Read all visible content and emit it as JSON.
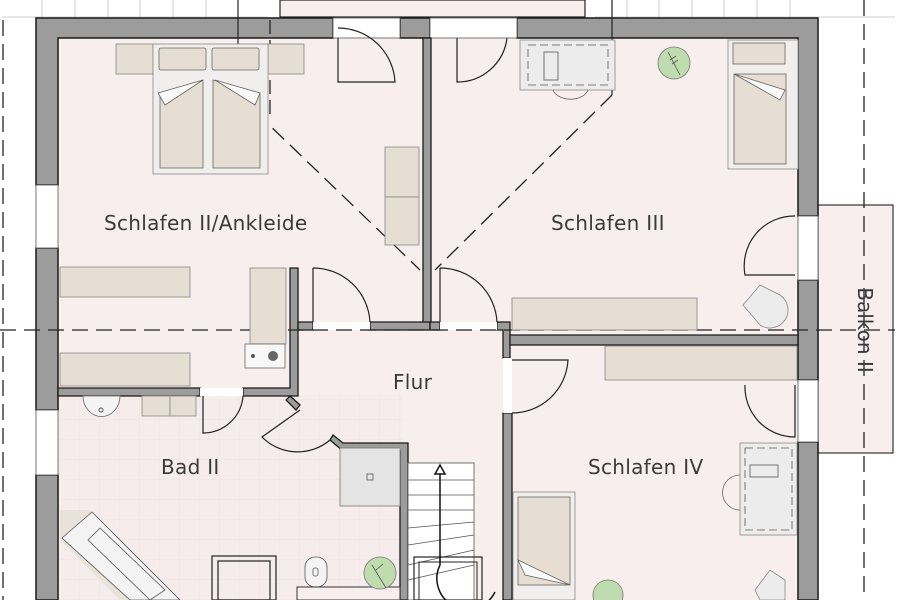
{
  "plan": {
    "rooms": [
      {
        "id": "schlafen-2",
        "label": "Schlafen II/Ankleide"
      },
      {
        "id": "schlafen-3",
        "label": "Schlafen III"
      },
      {
        "id": "flur",
        "label": "Flur"
      },
      {
        "id": "bad-2",
        "label": "Bad II"
      },
      {
        "id": "schlafen-4",
        "label": "Schlafen IV"
      },
      {
        "id": "balkon-2",
        "label": "Balkon II"
      }
    ],
    "colors": {
      "floor": "#f8eeee",
      "wall": "#9a9a9a",
      "wall_outline": "#1a1a1a",
      "furniture": "#e6ddd3",
      "fixture": "#eeeeee",
      "plant": "#bfdcae",
      "line": "#2a2a2a"
    }
  }
}
